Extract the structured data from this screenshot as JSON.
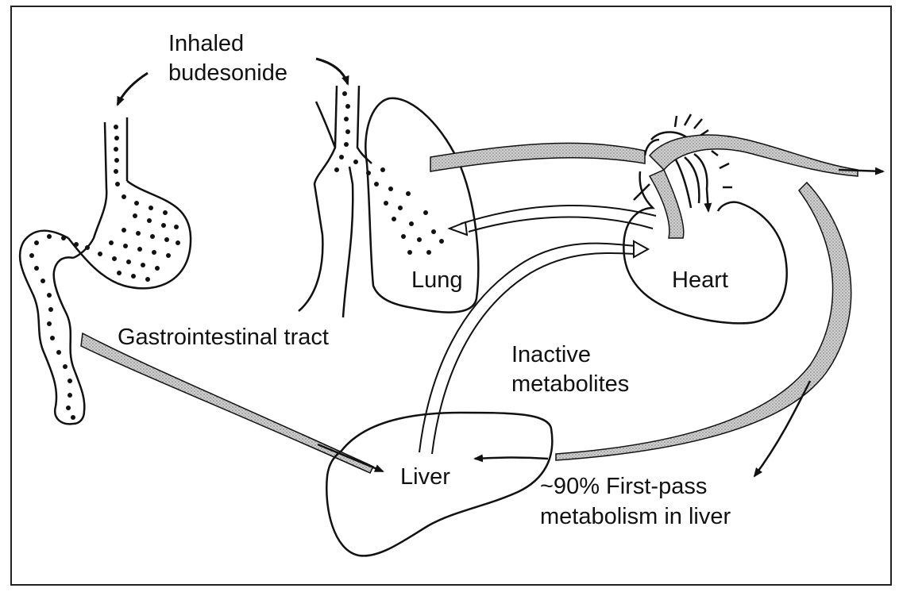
{
  "labels": {
    "inhaled_line1": "Inhaled",
    "inhaled_line2": "budesonide",
    "lung": "Lung",
    "heart": "Heart",
    "gi_tract": "Gastrointestinal tract",
    "inactive_line1": "Inactive",
    "inactive_line2": "metabolites",
    "liver": "Liver",
    "first_pass_line1": "~90% First-pass",
    "first_pass_line2": "metabolism in liver"
  },
  "colors": {
    "line": "#111111",
    "band_fill": "#bdbdbd",
    "dot": "#111111"
  }
}
